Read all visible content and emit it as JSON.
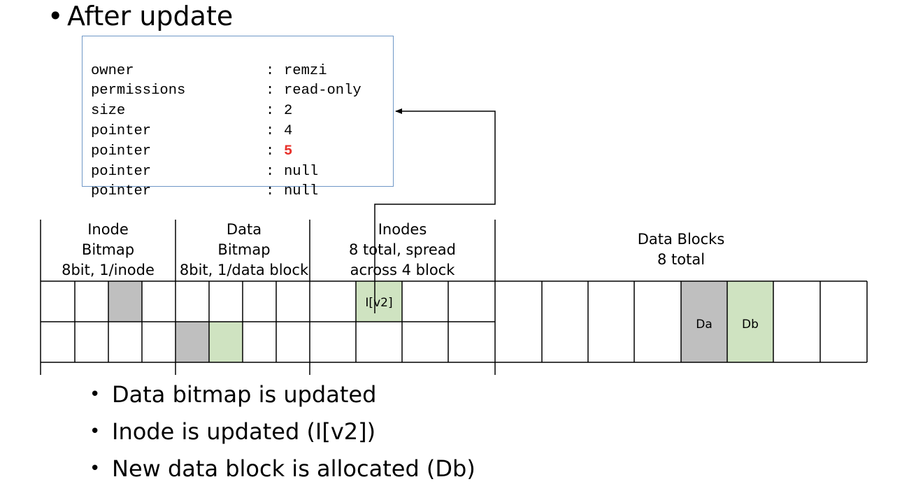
{
  "title": "After update",
  "inode": {
    "fields": [
      {
        "name": "owner",
        "value": "remzi"
      },
      {
        "name": "permissions",
        "value": "read-only"
      },
      {
        "name": "size",
        "value": "2"
      },
      {
        "name": "pointer",
        "value": "4"
      },
      {
        "name": "pointer",
        "value": "5",
        "highlight": true
      },
      {
        "name": "pointer",
        "value": "null"
      },
      {
        "name": "pointer",
        "value": "null"
      }
    ],
    "separator": ":"
  },
  "regions": {
    "inode_bitmap": {
      "label": "Inode\nBitmap\n8bit, 1/inode"
    },
    "data_bitmap": {
      "label": "Data\nBitmap\n8bit, 1/data block"
    },
    "inodes": {
      "label": "Inodes\n8 total, spread\nacross 4 block"
    },
    "data_blocks": {
      "label": "Data Blocks\n8 total"
    }
  },
  "cells": {
    "inode_v2": "I[v2]",
    "data_a": "Da",
    "data_b": "Db"
  },
  "colors": {
    "used": "#bfbfbf",
    "new": "#cfe3c1",
    "box_border": "#6f97c6",
    "highlight": "#e8302a"
  },
  "bullets": [
    "Data bitmap is updated",
    "Inode is updated (I[v2])",
    "New data block is allocated (Db)"
  ]
}
